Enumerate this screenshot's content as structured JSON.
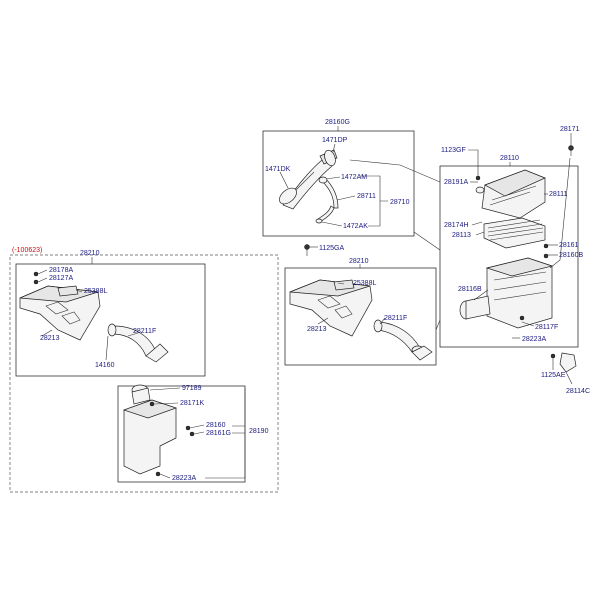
{
  "labels": {
    "a28160G": "28160G",
    "a1471DP": "1471DP",
    "a1471DK": "1471DK",
    "a1472AM": "1472AM",
    "a28711": "28711",
    "a28710": "28710",
    "a1472AK": "1472AK",
    "a28171": "28171",
    "a1123GF": "1123GF",
    "a28110": "28110",
    "a28191A": "28191A",
    "a28111": "28111",
    "a28174H": "28174H",
    "a28113": "28113",
    "a28161": "28161",
    "a28160B": "28160B",
    "a28116B": "28116B",
    "a28117F": "28117F",
    "a28223A_r": "28223A",
    "a1125AE": "1125AE",
    "a28114C": "28114C",
    "a1125GA": "1125GA",
    "a28210_m": "28210",
    "a25388L_m": "25388L",
    "a28213_m": "28213",
    "a28211F_m": "28211F",
    "range": "(-100623)",
    "a28210_l": "28210",
    "a28178A": "28178A",
    "a28127A": "28127A",
    "a25388L_l": "25388L",
    "a28213_l": "28213",
    "a28211F_l": "28211F",
    "a14160": "14160",
    "a97189": "97189",
    "a28171K": "28171K",
    "a28160_b": "28160",
    "a28161G": "28161G",
    "a28190": "28190",
    "a28223A_b": "28223A"
  }
}
